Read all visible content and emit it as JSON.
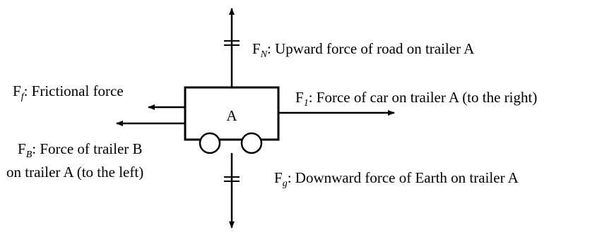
{
  "trailer": {
    "label": "A"
  },
  "forces": {
    "normal": {
      "symbol": "F",
      "subscript": "N",
      "description": ": Upward force of road on trailer A"
    },
    "friction": {
      "symbol": "F",
      "subscript": "f",
      "description": ": Frictional force"
    },
    "car": {
      "symbol": "F",
      "subscript": "1",
      "description": ": Force of car on trailer A (to the right)"
    },
    "trailer_b": {
      "symbol": "F",
      "subscript": "B",
      "description_line1": ": Force of trailer B",
      "description_line2": "on trailer A (to the left)"
    },
    "gravity": {
      "symbol": "F",
      "subscript": "g",
      "description": ": Downward force of Earth on trailer A"
    }
  },
  "colors": {
    "stroke": "#000000",
    "background": "#ffffff"
  }
}
